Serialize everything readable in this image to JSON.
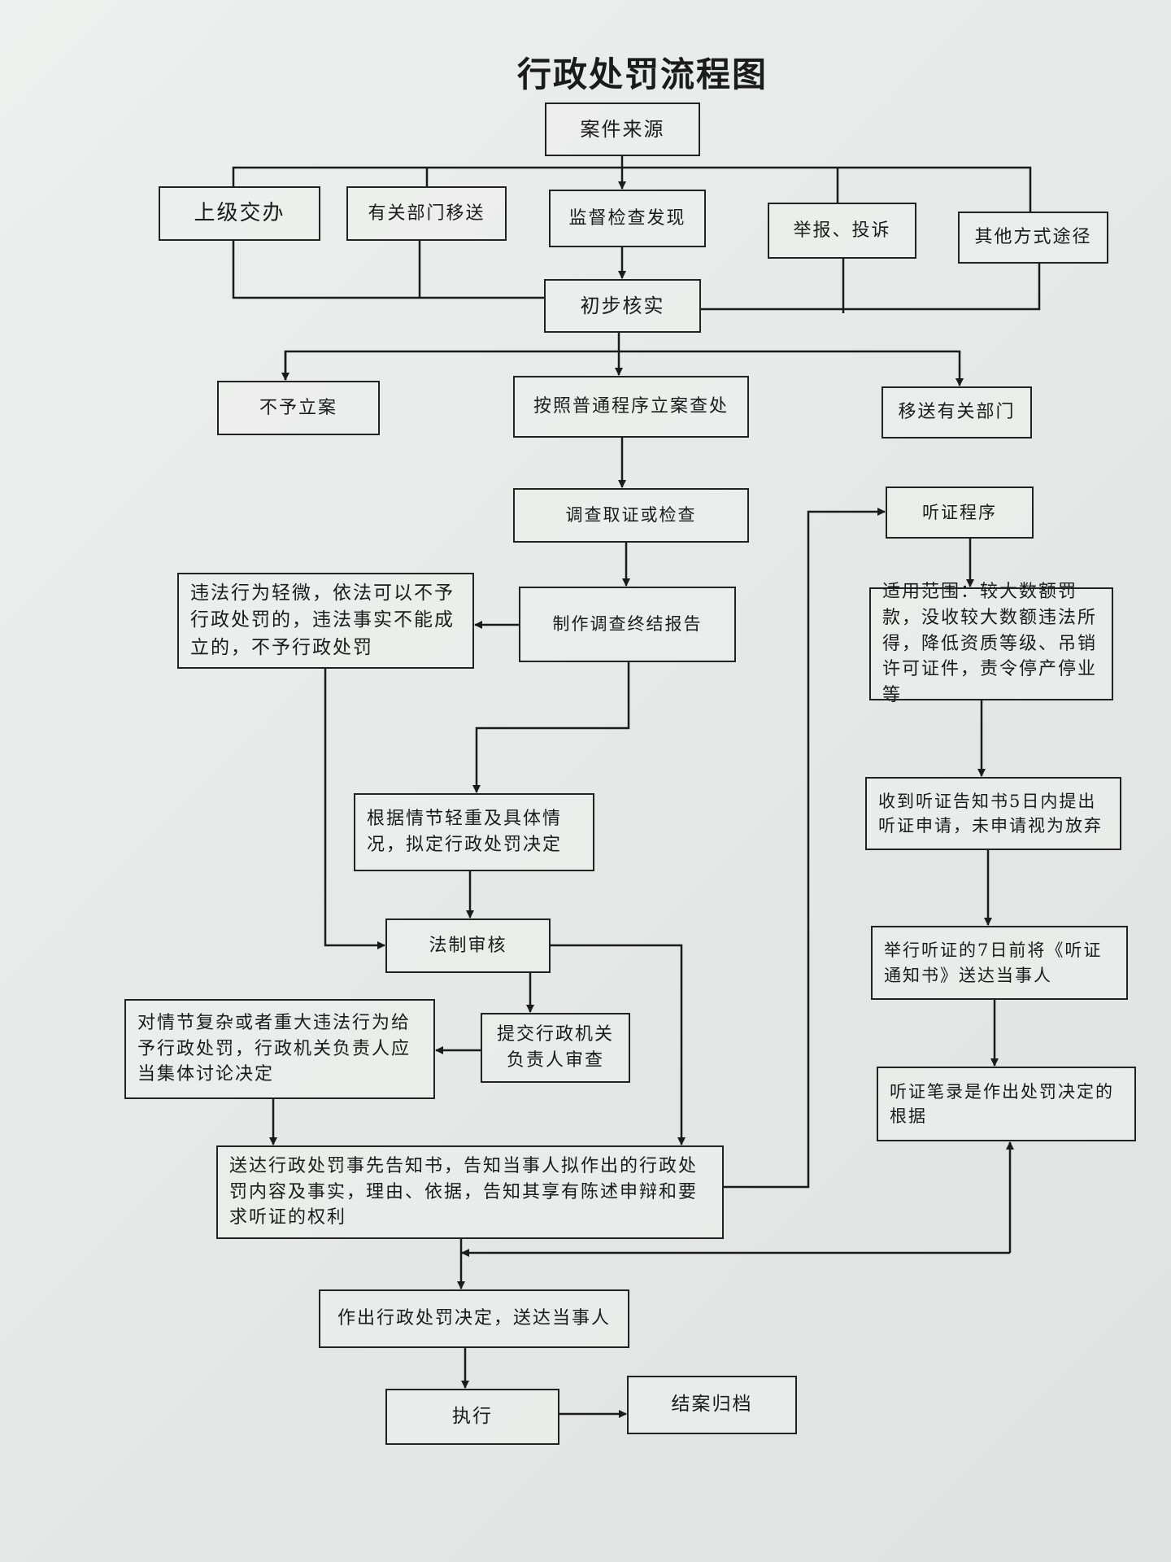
{
  "title": "行政处罚流程图",
  "boxes": {
    "case_source": "案件来源",
    "superior_assigned": "上级交办",
    "dept_transfer": "有关部门移送",
    "inspection_found": "监督检查发现",
    "report_complaint": "举报、投诉",
    "other_channels": "其他方式途径",
    "preliminary_verify": "初步核实",
    "no_filing": "不予立案",
    "file_general": "按照普通程序立案查处",
    "transfer_dept": "移送有关部门",
    "investigate": "调查取证或检查",
    "hearing_procedure": "听证程序",
    "minor_violation": "违法行为轻微，依法可以不予行政处罚的，违法事实不能成立的，不予行政处罚",
    "final_report": "制作调查终结报告",
    "scope": "适用范围：较大数额罚款，没收较大数额违法所得，降低资质等级、吊销许可证件，责令停产停业等",
    "draft_decision": "根据情节轻重及具体情况，拟定行政处罚决定",
    "receive_notice": "收到听证告知书5日内提出听证申请，未申请视为放弃",
    "legal_review": "法制审核",
    "hearing_notice": "举行听证的7日前将《听证通知书》送达当事人",
    "collective_discussion": "对情节复杂或者重大违法行为给予行政处罚，行政机关负责人应当集体讨论决定",
    "submit_head": "提交行政机关负责人审查",
    "hearing_record": "听证笔录是作出处罚决定的根据",
    "prior_notice": "送达行政处罚事先告知书，告知当事人拟作出的行政处罚内容及事实，理由、依据，告知其享有陈述申辩和要求听证的权利",
    "make_decision": "作出行政处罚决定，送达当事人",
    "execute": "执行",
    "archive": "结案归档"
  }
}
